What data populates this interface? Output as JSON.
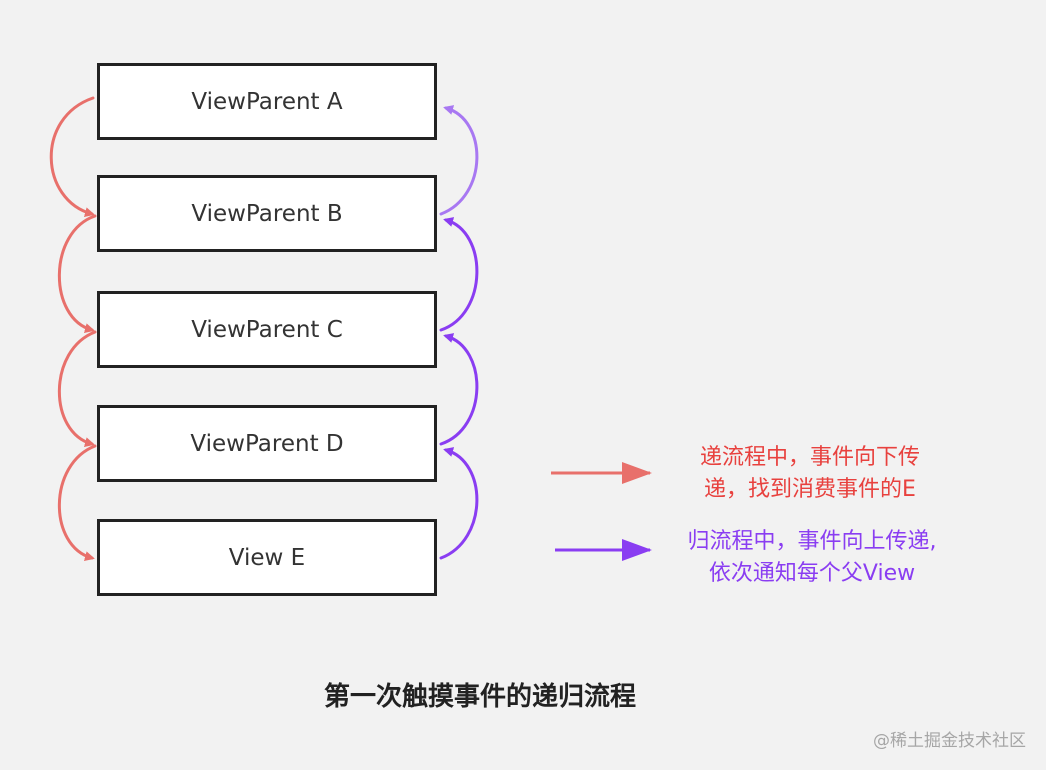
{
  "nodes": {
    "a": "ViewParent A",
    "b": "ViewParent B",
    "c": "ViewParent C",
    "d": "ViewParent D",
    "e": "View E"
  },
  "legend": {
    "down_line1": "递流程中，事件向下传",
    "down_line2": "递，找到消费事件的E",
    "up_line1": "归流程中，事件向上传递,",
    "up_line2": "依次通知每个父View"
  },
  "caption": "第一次触摸事件的递归流程",
  "watermark": "@稀土掘金技术社区",
  "colors": {
    "down_arrow": "#e8706b",
    "up_arrow": "#8a3df2",
    "up_arrow_light": "#a878f2",
    "down_text": "#e8413e",
    "up_text": "#8a3df2",
    "box_border": "#222222"
  }
}
